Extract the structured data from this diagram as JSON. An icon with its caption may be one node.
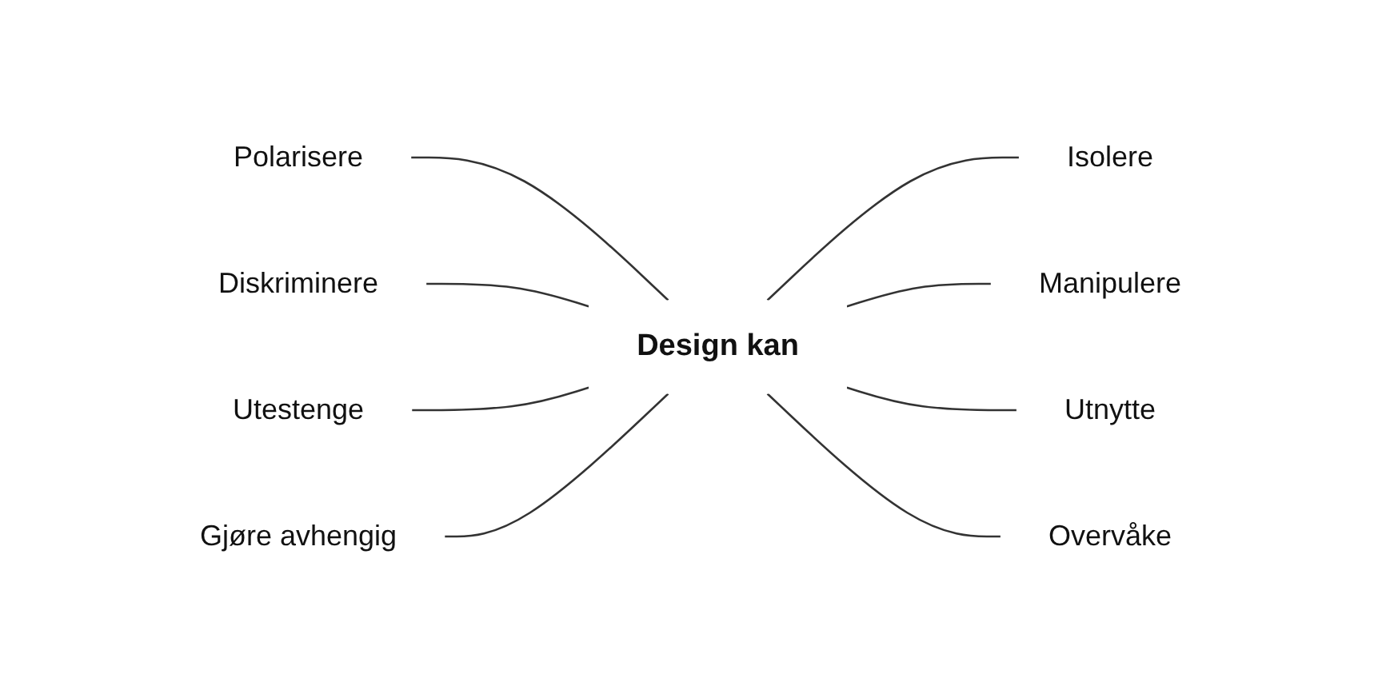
{
  "diagram": {
    "nodes": [
      {
        "text": [
          "Design kan"
        ]
      },
      {
        "text": [
          "Polarisere"
        ]
      },
      {
        "text": [
          "Isolere"
        ]
      },
      {
        "text": [
          "Diskriminere"
        ]
      },
      {
        "text": [
          "Manipulere"
        ]
      },
      {
        "text": [
          "Utestenge"
        ]
      },
      {
        "text": [
          "Gjøre avhengig"
        ]
      },
      {
        "text": [
          "Utnytte"
        ]
      },
      {
        "text": [
          "Overvåke"
        ]
      }
    ],
    "edges": [
      {
        "from": 1,
        "to": 0,
        "arrow": "none"
      },
      {
        "from": 0,
        "to": 2,
        "arrow": "none"
      },
      {
        "from": 3,
        "to": 0,
        "arrow": "none"
      },
      {
        "from": 0,
        "to": 4,
        "arrow": "none"
      },
      {
        "from": 5,
        "to": 0,
        "arrow": "none"
      },
      {
        "from": 6,
        "to": 0,
        "arrow": "none"
      },
      {
        "from": 0,
        "to": 7,
        "arrow": "none"
      },
      {
        "from": 0,
        "to": 8,
        "arrow": "none"
      }
    ]
  }
}
